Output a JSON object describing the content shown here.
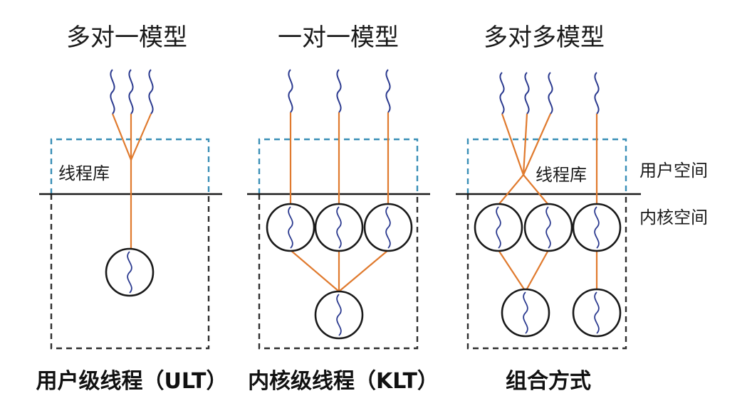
{
  "titles": {
    "many_to_one": "多对一模型",
    "one_to_one": "一对一模型",
    "many_to_many": "多对多模型"
  },
  "captions": {
    "ult": "用户级线程（ULT）",
    "klt": "内核级线程（KLT）",
    "combined": "组合方式"
  },
  "inner_labels": {
    "thread_library_1": "线程库",
    "thread_library_3": "线程库"
  },
  "side_labels": {
    "user_space": "用户空间",
    "kernel_space": "内核空间"
  },
  "colors": {
    "connector": "#e07a2e",
    "thread_wave": "#2b3a8f",
    "kernel_ring": "#1a1a1a",
    "user_space_border": "#3a8fb7",
    "frame_border": "#2f2f2f"
  },
  "icons": {
    "user_thread": "wavy-thread-icon",
    "kernel_thread": "kernel-thread-circle-icon"
  }
}
